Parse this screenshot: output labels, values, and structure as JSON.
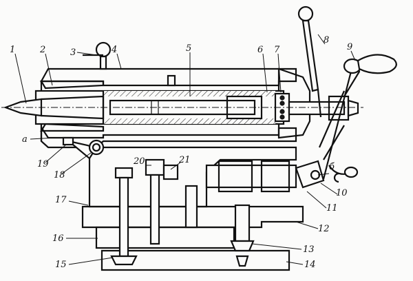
{
  "figure": {
    "callouts": [
      {
        "id": "1",
        "label": "1"
      },
      {
        "id": "2",
        "label": "2"
      },
      {
        "id": "3",
        "label": "3"
      },
      {
        "id": "4",
        "label": "4"
      },
      {
        "id": "5",
        "label": "5"
      },
      {
        "id": "6",
        "label": "6"
      },
      {
        "id": "7",
        "label": "7"
      },
      {
        "id": "8",
        "label": "8"
      },
      {
        "id": "9",
        "label": "9"
      },
      {
        "id": "a",
        "label": "a"
      },
      {
        "id": "19",
        "label": "19"
      },
      {
        "id": "18",
        "label": "18"
      },
      {
        "id": "20",
        "label": "20"
      },
      {
        "id": "21",
        "label": "21"
      },
      {
        "id": "b",
        "label": "б"
      },
      {
        "id": "10",
        "label": "10"
      },
      {
        "id": "11",
        "label": "11"
      },
      {
        "id": "17",
        "label": "17"
      },
      {
        "id": "12",
        "label": "12"
      },
      {
        "id": "16",
        "label": "16"
      },
      {
        "id": "13",
        "label": "13"
      },
      {
        "id": "15",
        "label": "15"
      },
      {
        "id": "14",
        "label": "14"
      }
    ]
  }
}
